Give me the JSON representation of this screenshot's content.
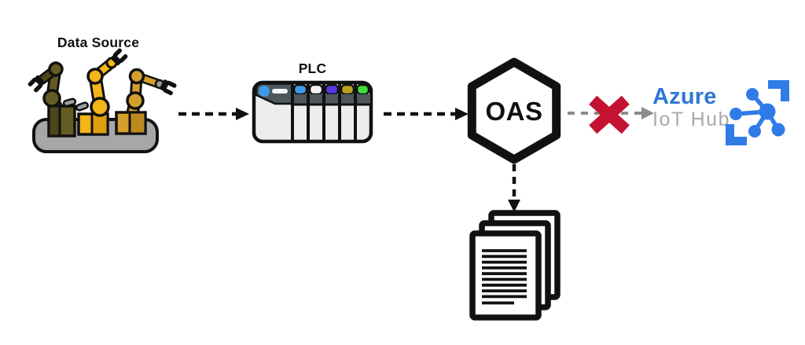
{
  "diagram": {
    "nodes": {
      "data_source": {
        "label": "Data Source",
        "icon": "robot-arms-icon"
      },
      "plc": {
        "label": "PLC",
        "icon": "plc-rack-icon"
      },
      "oas": {
        "label": "OAS",
        "icon": "hexagon-badge"
      },
      "azure_iot_hub": {
        "label": "Azure",
        "sublabel": "IoT Hub",
        "icon": "iot-hub-icon"
      },
      "documents": {
        "icon": "document-stack-icon"
      }
    },
    "edges": [
      {
        "from": "data_source",
        "to": "plc",
        "style": "dashed-arrow",
        "color": "#111111",
        "blocked": false
      },
      {
        "from": "plc",
        "to": "oas",
        "style": "dashed-arrow",
        "color": "#111111",
        "blocked": false
      },
      {
        "from": "oas",
        "to": "azure_iot_hub",
        "style": "dashed-arrow",
        "color": "#8C8C8C",
        "blocked": true,
        "blocked_icon": "red-x-icon"
      },
      {
        "from": "oas",
        "to": "documents",
        "style": "dashed-arrow",
        "color": "#111111",
        "blocked": false
      }
    ],
    "colors": {
      "outline": "#111111",
      "robot_yellow": "#F5B518",
      "robot_ochre": "#D3A02C",
      "robot_olive": "#655B24",
      "platform_gray": "#A7A7A7",
      "plc_slate": "#4E585C",
      "plc_body": "#EDEDED",
      "plc_module_caps": [
        "#3E9BE9",
        "#F2F2F2",
        "#5936DE",
        "#BCA11E",
        "#3FDE3A"
      ],
      "azure_blue": "#2E77D4",
      "iot_hub_blue": "#2F7CE8",
      "subtitle_gray": "#A9A9A9",
      "blocked_red": "#C41230"
    }
  }
}
